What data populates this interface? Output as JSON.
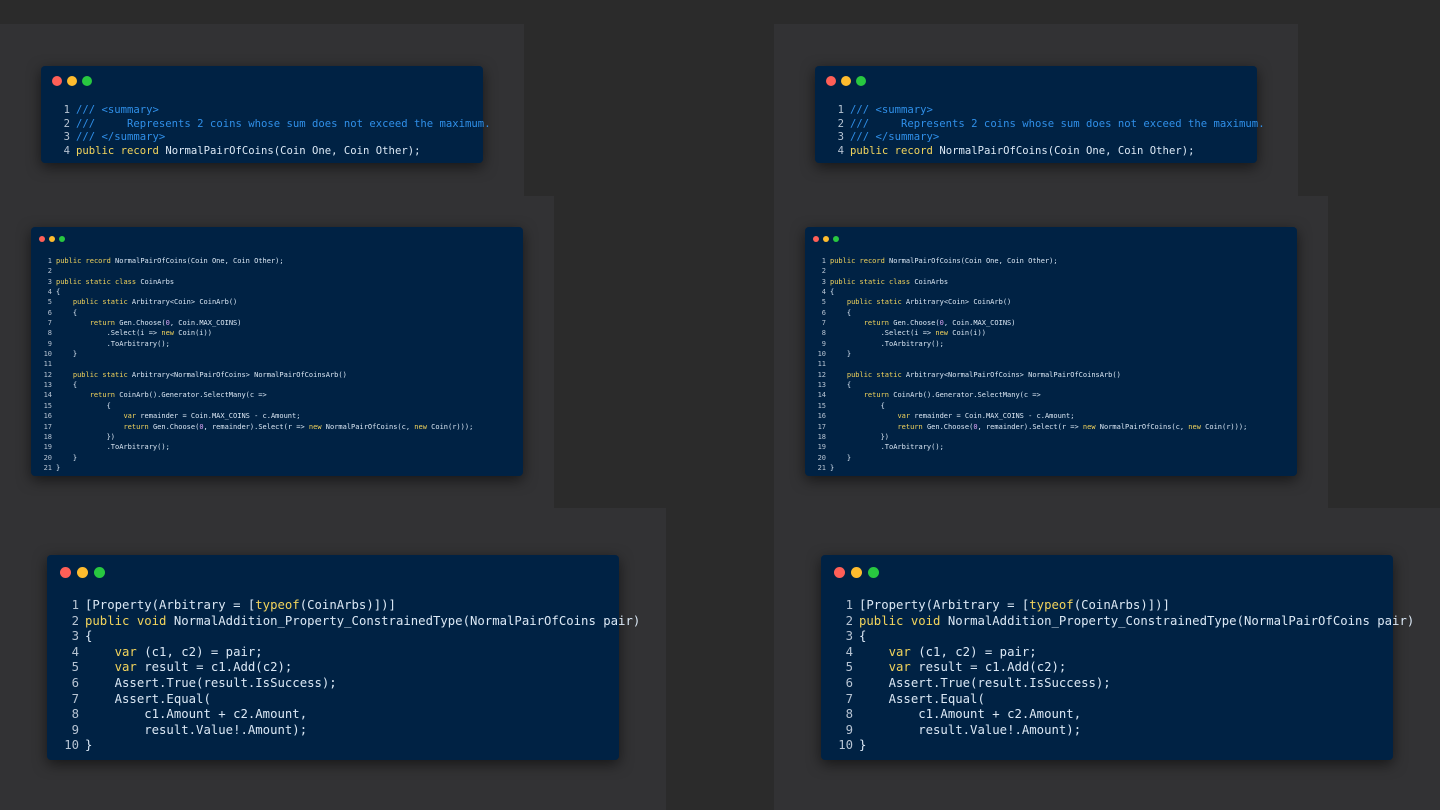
{
  "colors": {
    "background": "#2b2b2b",
    "card": "#002244",
    "dot_close": "#ff5f57",
    "dot_minimize": "#febc2e",
    "dot_maximize": "#28c840",
    "comment": "#2f8fe8",
    "keyword": "#f2d45c",
    "number": "#d8a3f5",
    "text": "#dbe8f5"
  },
  "snippets": {
    "summary": [
      {
        "n": "1",
        "t": [
          [
            "c",
            "/// <summary>"
          ]
        ]
      },
      {
        "n": "2",
        "t": [
          [
            "c",
            "///     Represents 2 coins whose sum does not exceed the maximum."
          ]
        ]
      },
      {
        "n": "3",
        "t": [
          [
            "c",
            "/// </summary>"
          ]
        ]
      },
      {
        "n": "4",
        "t": [
          [
            "k",
            "public"
          ],
          [
            "p",
            " "
          ],
          [
            "k",
            "record"
          ],
          [
            "p",
            " NormalPairOfCoins(Coin One, Coin Other);"
          ]
        ]
      }
    ],
    "arbs": [
      {
        "n": "1",
        "t": [
          [
            "k",
            "public"
          ],
          [
            "p",
            " "
          ],
          [
            "k",
            "record"
          ],
          [
            "p",
            " NormalPairOfCoins(Coin One, Coin Other);"
          ]
        ]
      },
      {
        "n": "2",
        "t": []
      },
      {
        "n": "3",
        "t": [
          [
            "k",
            "public"
          ],
          [
            "p",
            " "
          ],
          [
            "k",
            "static"
          ],
          [
            "p",
            " "
          ],
          [
            "k",
            "class"
          ],
          [
            "p",
            " CoinArbs"
          ]
        ]
      },
      {
        "n": "4",
        "t": [
          [
            "p",
            "{"
          ]
        ]
      },
      {
        "n": "5",
        "t": [
          [
            "p",
            "    "
          ],
          [
            "k",
            "public"
          ],
          [
            "p",
            " "
          ],
          [
            "k",
            "static"
          ],
          [
            "p",
            " Arbitrary<Coin> CoinArb()"
          ]
        ]
      },
      {
        "n": "6",
        "t": [
          [
            "p",
            "    {"
          ]
        ]
      },
      {
        "n": "7",
        "t": [
          [
            "p",
            "        "
          ],
          [
            "k",
            "return"
          ],
          [
            "p",
            " Gen.Choose("
          ],
          [
            "n",
            "0"
          ],
          [
            "p",
            ", Coin.MAX_COINS)"
          ]
        ]
      },
      {
        "n": "8",
        "t": [
          [
            "p",
            "            .Select(i => "
          ],
          [
            "k",
            "new"
          ],
          [
            "p",
            " Coin(i))"
          ]
        ]
      },
      {
        "n": "9",
        "t": [
          [
            "p",
            "            .ToArbitrary();"
          ]
        ]
      },
      {
        "n": "10",
        "t": [
          [
            "p",
            "    }"
          ]
        ]
      },
      {
        "n": "11",
        "t": []
      },
      {
        "n": "12",
        "t": [
          [
            "p",
            "    "
          ],
          [
            "k",
            "public"
          ],
          [
            "p",
            " "
          ],
          [
            "k",
            "static"
          ],
          [
            "p",
            " Arbitrary<NormalPairOfCoins> NormalPairOfCoinsArb()"
          ]
        ]
      },
      {
        "n": "13",
        "t": [
          [
            "p",
            "    {"
          ]
        ]
      },
      {
        "n": "14",
        "t": [
          [
            "p",
            "        "
          ],
          [
            "k",
            "return"
          ],
          [
            "p",
            " CoinArb().Generator.SelectMany(c =>"
          ]
        ]
      },
      {
        "n": "15",
        "t": [
          [
            "p",
            "            {"
          ]
        ]
      },
      {
        "n": "16",
        "t": [
          [
            "p",
            "                "
          ],
          [
            "k",
            "var"
          ],
          [
            "p",
            " remainder = Coin.MAX_COINS - c.Amount;"
          ]
        ]
      },
      {
        "n": "17",
        "t": [
          [
            "p",
            "                "
          ],
          [
            "k",
            "return"
          ],
          [
            "p",
            " Gen.Choose("
          ],
          [
            "n",
            "0"
          ],
          [
            "p",
            ", remainder).Select(r => "
          ],
          [
            "k",
            "new"
          ],
          [
            "p",
            " NormalPairOfCoins(c, "
          ],
          [
            "k",
            "new"
          ],
          [
            "p",
            " Coin(r)));"
          ]
        ]
      },
      {
        "n": "18",
        "t": [
          [
            "p",
            "            })"
          ]
        ]
      },
      {
        "n": "19",
        "t": [
          [
            "p",
            "            .ToArbitrary();"
          ]
        ]
      },
      {
        "n": "20",
        "t": [
          [
            "p",
            "    }"
          ]
        ]
      },
      {
        "n": "21",
        "t": [
          [
            "p",
            "}"
          ]
        ]
      }
    ],
    "test": [
      {
        "n": "1",
        "t": [
          [
            "p",
            "[Property(Arbitrary = ["
          ],
          [
            "k",
            "typeof"
          ],
          [
            "p",
            "(CoinArbs)])]"
          ]
        ]
      },
      {
        "n": "2",
        "t": [
          [
            "k",
            "public"
          ],
          [
            "p",
            " "
          ],
          [
            "k",
            "void"
          ],
          [
            "p",
            " NormalAddition_Property_ConstrainedType(NormalPairOfCoins pair)"
          ]
        ]
      },
      {
        "n": "3",
        "t": [
          [
            "p",
            "{"
          ]
        ]
      },
      {
        "n": "4",
        "t": [
          [
            "p",
            "    "
          ],
          [
            "k",
            "var"
          ],
          [
            "p",
            " (c1, c2) = pair;"
          ]
        ]
      },
      {
        "n": "5",
        "t": [
          [
            "p",
            "    "
          ],
          [
            "k",
            "var"
          ],
          [
            "p",
            " result = c1.Add(c2);"
          ]
        ]
      },
      {
        "n": "6",
        "t": [
          [
            "p",
            "    Assert.True(result.IsSuccess);"
          ]
        ]
      },
      {
        "n": "7",
        "t": [
          [
            "p",
            "    Assert.Equal("
          ]
        ]
      },
      {
        "n": "8",
        "t": [
          [
            "p",
            "        c1.Amount + c2.Amount,"
          ]
        ]
      },
      {
        "n": "9",
        "t": [
          [
            "p",
            "        result.Value!.Amount);"
          ]
        ]
      },
      {
        "n": "10",
        "t": [
          [
            "p",
            "}"
          ]
        ]
      }
    ]
  }
}
